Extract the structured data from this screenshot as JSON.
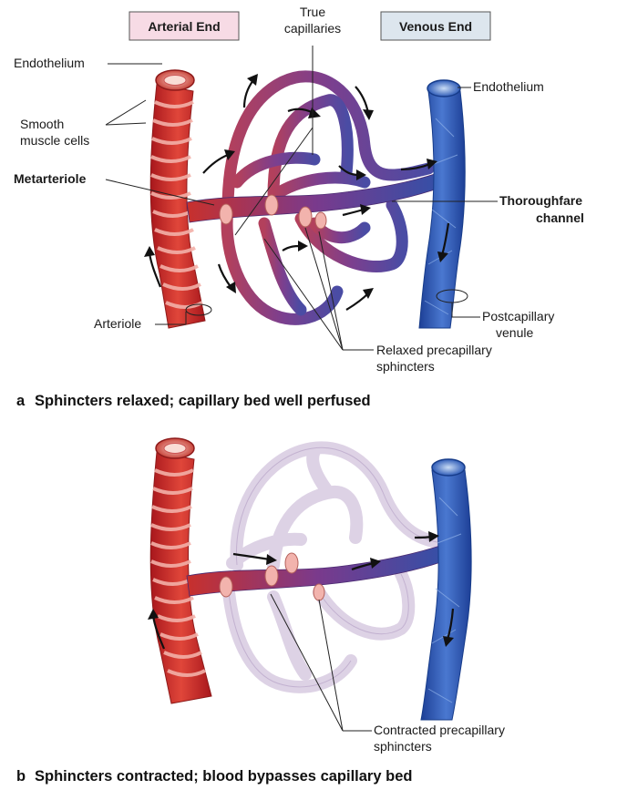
{
  "panel_a": {
    "arterial_end": "Arterial End",
    "venous_end": "Venous End",
    "labels": {
      "endothelium_left": "Endothelium",
      "smooth_muscle_1": "Smooth",
      "smooth_muscle_2": "muscle cells",
      "metarteriole": "Metarteriole",
      "true_capillaries_1": "True",
      "true_capillaries_2": "capillaries",
      "endothelium_right": "Endothelium",
      "thoroughfare_1": "Thoroughfare",
      "thoroughfare_2": "channel",
      "arteriole": "Arteriole",
      "postcapillary_1": "Postcapillary",
      "postcapillary_2": "venule",
      "relaxed_1": "Relaxed precapillary",
      "relaxed_2": "sphincters"
    },
    "caption_letter": "a",
    "caption": "Sphincters relaxed; capillary bed well perfused"
  },
  "panel_b": {
    "labels": {
      "contracted_1": "Contracted precapillary",
      "contracted_2": "sphincters"
    },
    "caption_letter": "b",
    "caption": "Sphincters contracted; blood bypasses capillary bed"
  },
  "colors": {
    "arterial": "#d8322a",
    "venous": "#2a55b5",
    "capillary_perfused": "#7a3f8f",
    "capillary_bypassed": "#d9cbe0",
    "sphincter": "#f2b3ad",
    "arterial_box": "#f7dbe5",
    "venous_box": "#dde6ee"
  }
}
